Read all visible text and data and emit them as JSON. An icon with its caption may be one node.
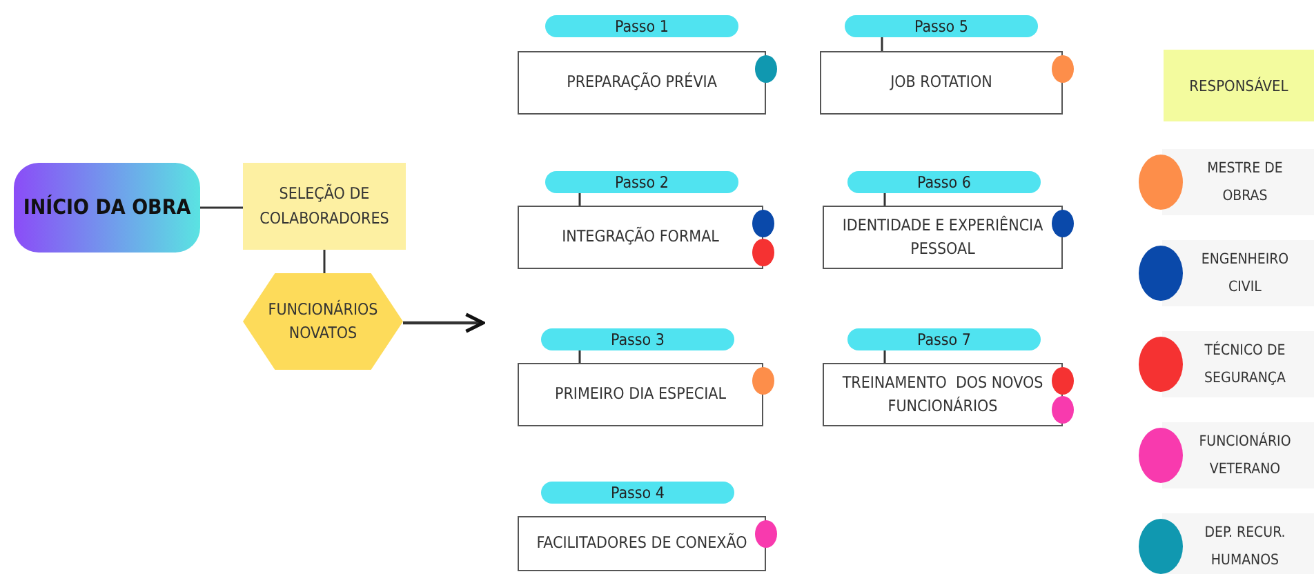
{
  "diagram": {
    "nodes": [
      {
        "text": [
          "INÍCIO DA OBRA"
        ]
      },
      {
        "text": [
          "SELEÇÃO DE COLABORADORES"
        ]
      },
      {
        "text": [
          "FUNCIONÁRIOS NOVATOS"
        ]
      },
      {
        "text": [
          "Passo 1"
        ]
      },
      {
        "text": [
          "PREPARAÇÃO PRÉVIA"
        ]
      },
      {
        "text": [
          "Passo 2"
        ]
      },
      {
        "text": [
          "INTEGRAÇÃO FORMAL"
        ]
      },
      {
        "text": [
          "Passo 3"
        ]
      },
      {
        "text": [
          "PRIMEIRO DIA ESPECIAL"
        ]
      },
      {
        "text": [
          "Passo 4"
        ]
      },
      {
        "text": [
          "FACILITADORES DE CONEXÃO"
        ]
      },
      {
        "text": [
          "Passo 5"
        ]
      },
      {
        "text": [
          "JOB ROTATION"
        ]
      },
      {
        "text": [
          "Passo 6"
        ]
      },
      {
        "text": [
          "IDENTIDADE E EXPERIÊNCIA PESSOAL"
        ]
      },
      {
        "text": [
          "Passo 7"
        ]
      },
      {
        "text": [
          "TREINAMENTO  DOS NOVOS FUNCIONÁRIOS"
        ]
      }
    ],
    "edges": [
      {
        "from": 0,
        "to": 1,
        "arrow": "none"
      },
      {
        "from": 1,
        "to": 2,
        "arrow": "none"
      },
      {
        "from": 2,
        "to": null,
        "arrow": "to"
      },
      {
        "from": 5,
        "to": 6,
        "arrow": "none"
      },
      {
        "from": 7,
        "to": 8,
        "arrow": "none"
      },
      {
        "from": 11,
        "to": 12,
        "arrow": "none"
      },
      {
        "from": 13,
        "to": 14,
        "arrow": "none"
      },
      {
        "from": 15,
        "to": 16,
        "arrow": "none"
      }
    ],
    "labels": [
      "RESPONSÁVEL"
    ],
    "legend": [
      {
        "text": "MESTRE DE OBRAS",
        "color": "#fd8e4a"
      },
      {
        "text": "ENGENHEIRO CIVIL",
        "color": "#0a49aa"
      },
      {
        "text": "TÉCNICO DE SEGURANÇA",
        "color": "#f53232"
      },
      {
        "text": "FUNCIONÁRIO VETERANO",
        "color": "#f83aae"
      },
      {
        "text": "DEP. RECUR. HUMANOS",
        "color": "#1098b0"
      }
    ]
  }
}
